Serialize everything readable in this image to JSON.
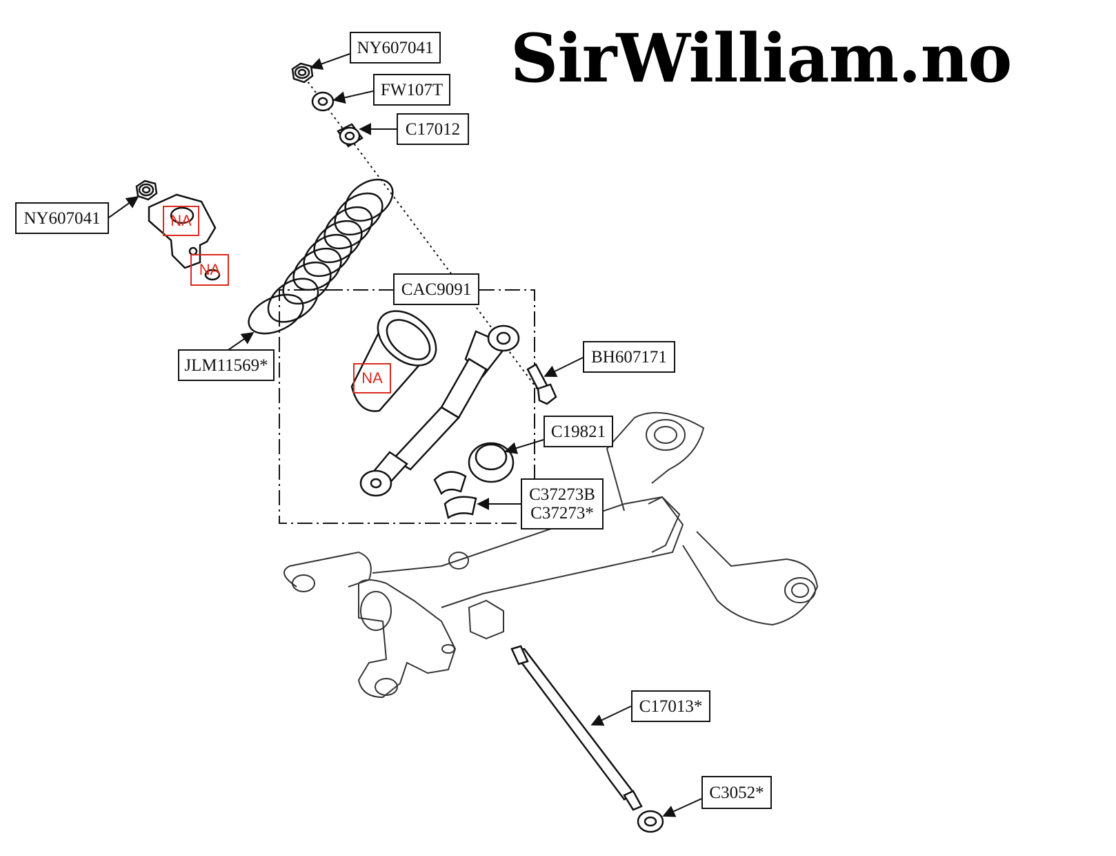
{
  "brand": {
    "logo_text": "SirWilliam.no"
  },
  "labels": {
    "ny607041_top": "NY607041",
    "fw107t": "FW107T",
    "c17012": "C17012",
    "ny607041_left": "NY607041",
    "cac9091": "CAC9091",
    "jlm11569": "JLM11569*",
    "bh607171": "BH607171",
    "c19821": "C19821",
    "c37273b": "C37273B",
    "c37273": "C37273*",
    "c17013": "C17013*",
    "c3052": "C3052*"
  },
  "na_marks": {
    "bracket_top": "NA",
    "bracket_bottom": "NA",
    "gaiter": "NA"
  },
  "colors": {
    "line": "#111111",
    "na_red": "#d9281c",
    "background": "#ffffff"
  }
}
